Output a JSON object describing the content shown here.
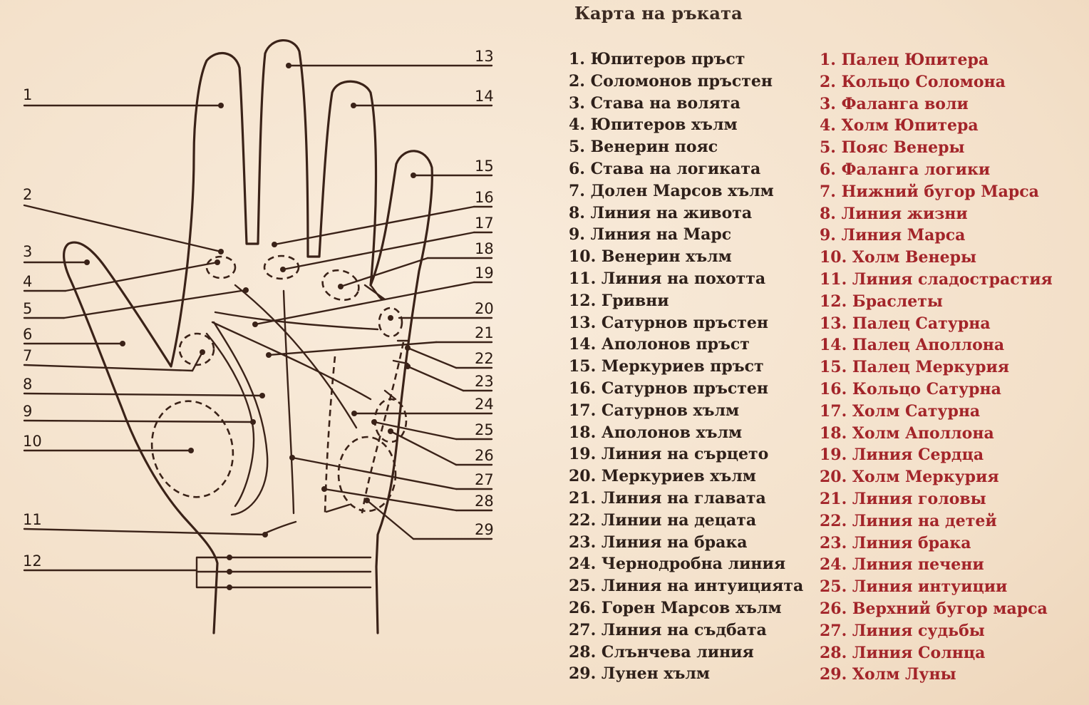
{
  "title": "Карта на ръката",
  "colors": {
    "background": "#f6e6d2",
    "ink": "#3a2218",
    "russian_text": "#a3252a"
  },
  "diagram": {
    "labels": [
      "1",
      "2",
      "3",
      "4",
      "5",
      "6",
      "7",
      "8",
      "9",
      "10",
      "11",
      "12",
      "13",
      "14",
      "15",
      "16",
      "17",
      "18",
      "19",
      "20",
      "21",
      "22",
      "23",
      "24",
      "25",
      "26",
      "27",
      "28",
      "29"
    ]
  },
  "bulgarian_list": [
    "1. Юпитеров пръст",
    "2. Соломонов пръстен",
    "3. Става на волята",
    "4. Юпитеров хълм",
    "5. Венерин пояс",
    "6. Става на логиката",
    "7. Долен Марсов хълм",
    "8. Линия на живота",
    "9. Линия на Марс",
    "10. Венерин хълм",
    "11. Линия на похотта",
    "12. Гривни",
    "13. Сатурнов пръстен",
    "14. Аполонов пръст",
    "15. Меркуриев пръст",
    "16. Сатурнов пръстен",
    "17. Сатурнов хълм",
    "18. Аполонов хълм",
    "19. Линия на сърцето",
    "20. Меркуриев хълм",
    "21. Линия на главата",
    "22. Линии на децата",
    "23. Линия на брака",
    "24. Чернодробна линия",
    "25. Линия на интуицията",
    "26. Горен Марсов хълм",
    "27. Линия на съдбата",
    "28. Слънчева линия",
    "29. Лунен хълм"
  ],
  "russian_list": [
    "1. Палец Юпитера",
    "2. Кольцо Соломона",
    "3.  Фаланга воли",
    "4. Холм Юпитера",
    "5. Пояс Венеры",
    "6. Фаланга логики",
    "7. Нижний бугор Марса",
    "8. Линия жизни",
    "9. Линия Марса",
    "10. Холм Венеры",
    "11. Линия сладострастия",
    "12. Браслеты",
    "13. Палец Сатурна",
    "14. Палец Аполлона",
    "15. Палец Меркурия",
    "16. Кольцо Сатурна",
    "17. Холм Сатурна",
    "18. Холм Аполлона",
    "19. Линия Сердца",
    "20. Холм Меркурия",
    "21. Линия головы",
    "22. Линия  на детей",
    "23. Линия брака",
    "24. Линия печени",
    "25. Линия интуиции",
    "26. Верхний бугор марса",
    "27. Линия судьбы",
    "28. Линия Солнца",
    "29. Холм Луны"
  ]
}
